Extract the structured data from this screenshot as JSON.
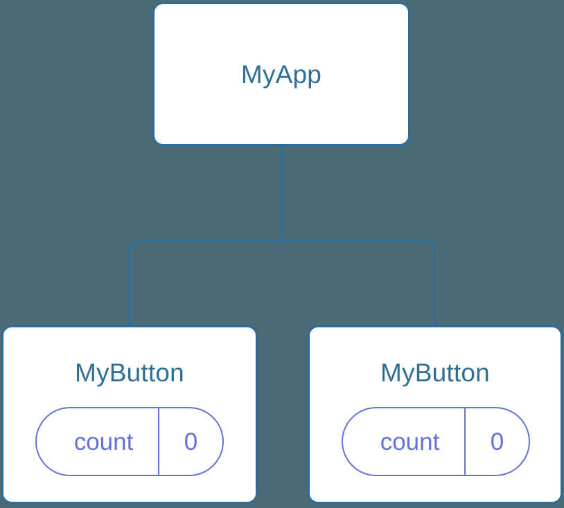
{
  "diagram": {
    "type": "component-tree",
    "background_color": "#4d6b75",
    "node_border_color": "#2b6d9e",
    "node_fill_color": "#ffffff",
    "node_text_color": "#2d6f96",
    "connector_color": "#2b6d9e",
    "state_pill_color": "#6272d8",
    "root": {
      "id": "myapp",
      "label": "MyApp"
    },
    "children": [
      {
        "id": "mybutton-0",
        "label": "MyButton",
        "state": {
          "key": "count",
          "value": "0"
        }
      },
      {
        "id": "mybutton-1",
        "label": "MyButton",
        "state": {
          "key": "count",
          "value": "0"
        }
      }
    ],
    "edges": [
      {
        "from": "myapp",
        "to": "mybutton-0"
      },
      {
        "from": "myapp",
        "to": "mybutton-1"
      }
    ]
  }
}
